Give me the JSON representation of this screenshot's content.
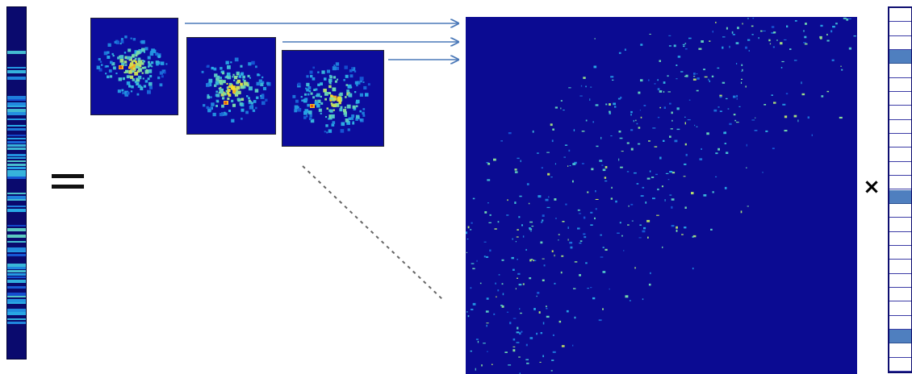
{
  "diagram": {
    "equation_symbol": "=",
    "times_symbol": "×",
    "colors": {
      "background": "#ffffff",
      "map_low": "#0a0a8c",
      "map_mid": "#2aa0e0",
      "map_high": "#ffd21e",
      "arrow": "#4a78b8",
      "active_cell": "#4f7fbf",
      "cell_border": "#3c3ca6"
    },
    "unknown_vector": {
      "cell_count": 26,
      "active_cells": [
        3,
        13,
        23
      ]
    },
    "measurement_vector_icon": "heatmap-column",
    "system_matrix_icon": "sparse-heatmap-matrix",
    "projection_images_count": 3
  }
}
